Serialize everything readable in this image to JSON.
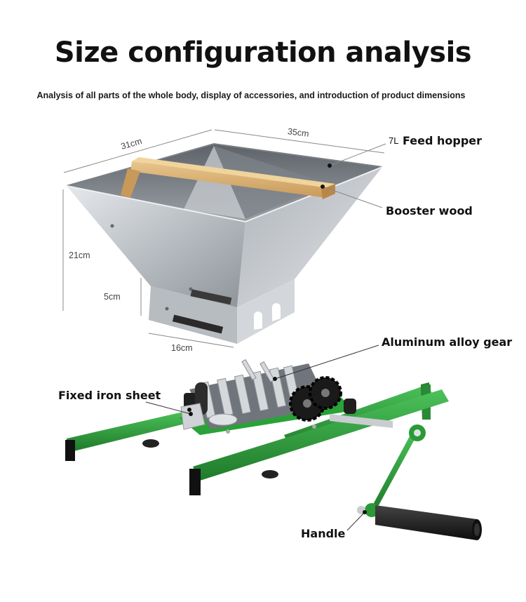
{
  "header": {
    "title": "Size configuration analysis",
    "subtitle": "Analysis of all parts of the whole body, display of accessories, and introduction of product dimensions"
  },
  "dimensions": {
    "top_width": "31cm",
    "top_length": "35cm",
    "height": "21cm",
    "outlet_height": "5cm",
    "outlet_width": "16cm"
  },
  "hopper": {
    "volume": "7L",
    "feed_hopper_label": "Feed hopper",
    "booster_wood_label": "Booster wood"
  },
  "crusher": {
    "gear_label": "Aluminum alloy gear",
    "iron_sheet_label": "Fixed iron sheet",
    "handle_label": "Handle"
  },
  "colors": {
    "frame_green": "#2f9e3a",
    "steel": "#c8ccd0",
    "wood": "#d9b47a"
  }
}
